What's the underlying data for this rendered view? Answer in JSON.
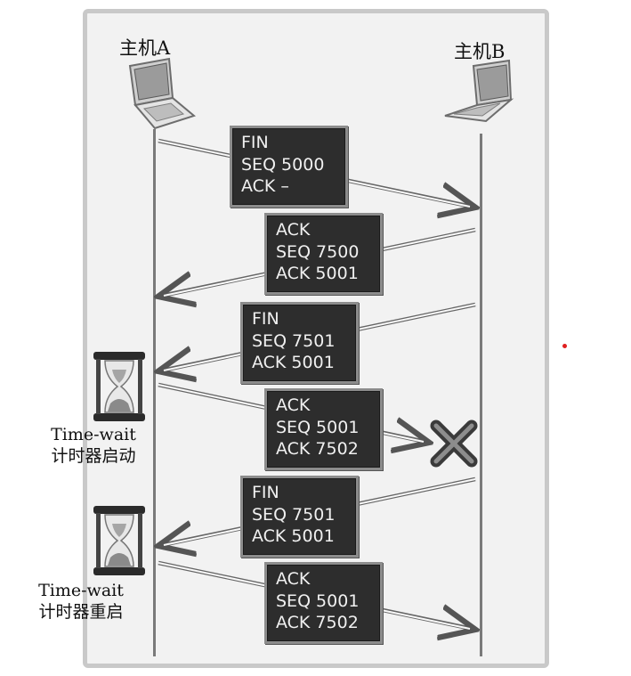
{
  "hosts": {
    "a": {
      "label": "主机A"
    },
    "b": {
      "label": "主机B"
    }
  },
  "messages": [
    {
      "lines": [
        "FIN",
        "SEQ 5000",
        "ACK  –"
      ]
    },
    {
      "lines": [
        "ACK",
        "SEQ 7500",
        "ACK 5001"
      ]
    },
    {
      "lines": [
        "FIN",
        "SEQ 7501",
        "ACK 5001"
      ]
    },
    {
      "lines": [
        "ACK",
        "SEQ 5001",
        "ACK 7502"
      ]
    },
    {
      "lines": [
        "FIN",
        "SEQ 7501",
        "ACK 5001"
      ]
    },
    {
      "lines": [
        "ACK",
        "SEQ 5001",
        "ACK 7502"
      ]
    }
  ],
  "timers": {
    "start": {
      "line1": "Time-wait",
      "line2": "计时器启动"
    },
    "restart": {
      "line1": "Time-wait",
      "line2": "计时器重启"
    }
  }
}
